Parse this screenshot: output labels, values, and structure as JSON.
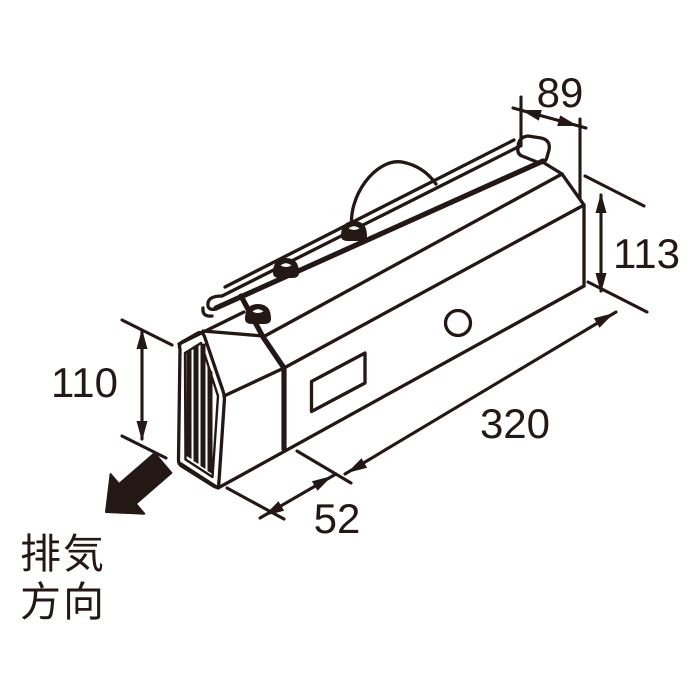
{
  "diagram": {
    "title": "exhaust duct dimensional drawing",
    "line_color": "#231815",
    "background_color": "#ffffff",
    "dims": {
      "top_depth": "89",
      "right_height": "113",
      "length": "320",
      "vent_length": "52",
      "front_height": "110"
    },
    "exhaust_direction": {
      "line1": "排気",
      "line2": "方向"
    },
    "icons": {
      "exhaust_arrow": "solid-block-arrow-down-left"
    }
  }
}
